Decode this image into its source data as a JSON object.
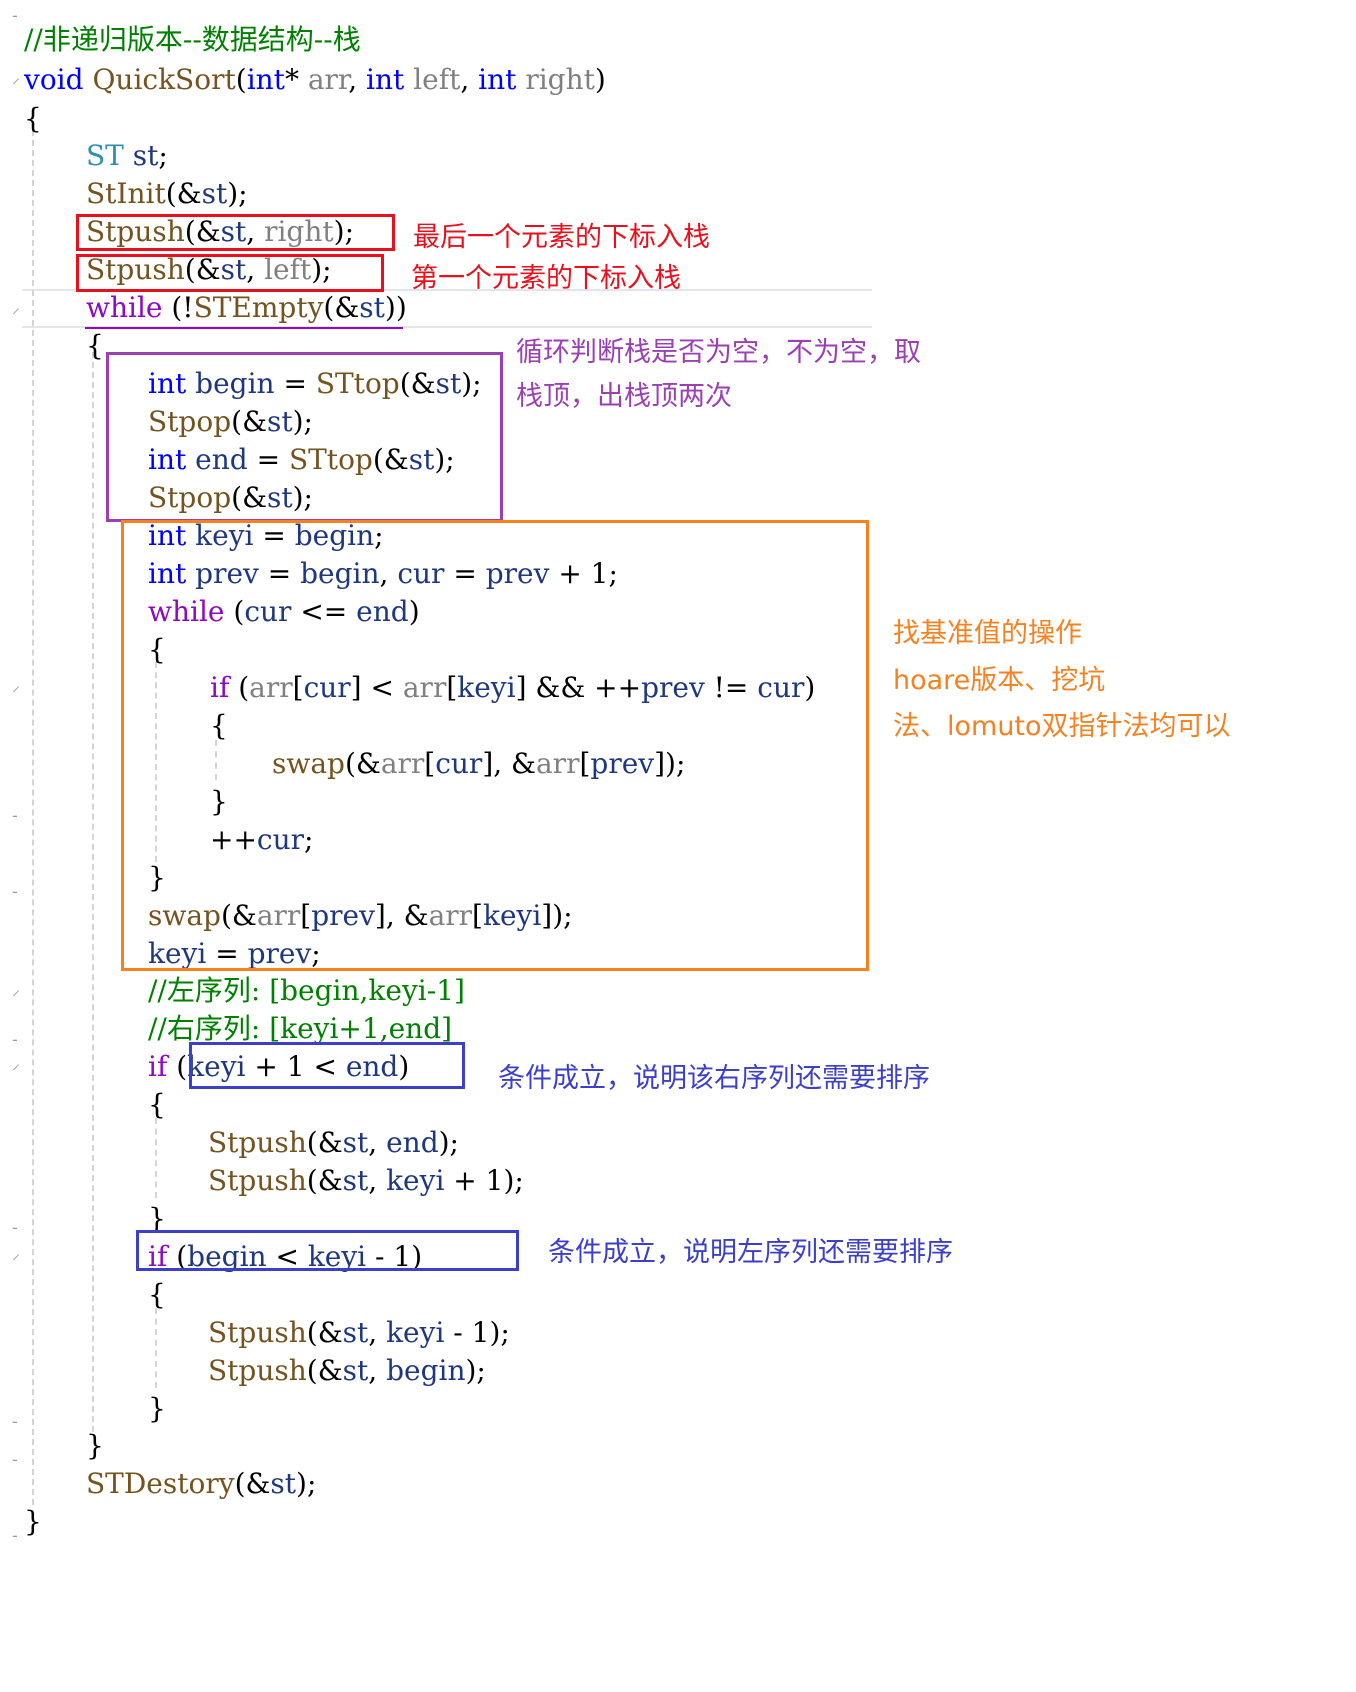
{
  "code": {
    "lines": [
      [
        {
          "t": "//非递归版本--数据结构--栈",
          "c": "cm"
        }
      ],
      [
        {
          "t": "void",
          "c": "kw"
        },
        {
          "t": " ",
          "c": "op"
        },
        {
          "t": "QuickSort",
          "c": "fn"
        },
        {
          "t": "(",
          "c": "op"
        },
        {
          "t": "int",
          "c": "kw"
        },
        {
          "t": "* ",
          "c": "op"
        },
        {
          "t": "arr",
          "c": "param"
        },
        {
          "t": ", ",
          "c": "op"
        },
        {
          "t": "int",
          "c": "kw"
        },
        {
          "t": " ",
          "c": "op"
        },
        {
          "t": "left",
          "c": "param"
        },
        {
          "t": ", ",
          "c": "op"
        },
        {
          "t": "int",
          "c": "kw"
        },
        {
          "t": " ",
          "c": "op"
        },
        {
          "t": "right",
          "c": "param"
        },
        {
          "t": ")",
          "c": "op"
        }
      ],
      [
        {
          "t": "{",
          "c": "op"
        }
      ],
      [
        {
          "t": "ST",
          "c": "ty"
        },
        {
          "t": " ",
          "c": "op"
        },
        {
          "t": "st",
          "c": "var"
        },
        {
          "t": ";",
          "c": "op"
        }
      ],
      [
        {
          "t": "StInit",
          "c": "fn"
        },
        {
          "t": "(&",
          "c": "op"
        },
        {
          "t": "st",
          "c": "var"
        },
        {
          "t": ");",
          "c": "op"
        }
      ],
      [
        {
          "t": "Stpush",
          "c": "fn"
        },
        {
          "t": "(&",
          "c": "op"
        },
        {
          "t": "st",
          "c": "var"
        },
        {
          "t": ", ",
          "c": "op"
        },
        {
          "t": "right",
          "c": "param"
        },
        {
          "t": ");",
          "c": "op"
        }
      ],
      [
        {
          "t": "Stpush",
          "c": "fn"
        },
        {
          "t": "(&",
          "c": "op"
        },
        {
          "t": "st",
          "c": "var"
        },
        {
          "t": ", ",
          "c": "op"
        },
        {
          "t": "left",
          "c": "param"
        },
        {
          "t": ");",
          "c": "op"
        }
      ],
      [
        {
          "t": "while",
          "c": "ctl"
        },
        {
          "t": " (!",
          "c": "op"
        },
        {
          "t": "STEmpty",
          "c": "fn"
        },
        {
          "t": "(&",
          "c": "op"
        },
        {
          "t": "st",
          "c": "var"
        },
        {
          "t": "))",
          "c": "op"
        }
      ],
      [
        {
          "t": "{",
          "c": "op"
        }
      ],
      [
        {
          "t": "int",
          "c": "kw"
        },
        {
          "t": " ",
          "c": "op"
        },
        {
          "t": "begin",
          "c": "var"
        },
        {
          "t": " = ",
          "c": "op"
        },
        {
          "t": "STtop",
          "c": "fn"
        },
        {
          "t": "(&",
          "c": "op"
        },
        {
          "t": "st",
          "c": "var"
        },
        {
          "t": ");",
          "c": "op"
        }
      ],
      [
        {
          "t": "Stpop",
          "c": "fn"
        },
        {
          "t": "(&",
          "c": "op"
        },
        {
          "t": "st",
          "c": "var"
        },
        {
          "t": ");",
          "c": "op"
        }
      ],
      [
        {
          "t": "int",
          "c": "kw"
        },
        {
          "t": " ",
          "c": "op"
        },
        {
          "t": "end",
          "c": "var"
        },
        {
          "t": " = ",
          "c": "op"
        },
        {
          "t": "STtop",
          "c": "fn"
        },
        {
          "t": "(&",
          "c": "op"
        },
        {
          "t": "st",
          "c": "var"
        },
        {
          "t": ");",
          "c": "op"
        }
      ],
      [
        {
          "t": "Stpop",
          "c": "fn"
        },
        {
          "t": "(&",
          "c": "op"
        },
        {
          "t": "st",
          "c": "var"
        },
        {
          "t": ");",
          "c": "op"
        }
      ],
      [
        {
          "t": "int",
          "c": "kw"
        },
        {
          "t": " ",
          "c": "op"
        },
        {
          "t": "keyi",
          "c": "var"
        },
        {
          "t": " = ",
          "c": "op"
        },
        {
          "t": "begin",
          "c": "var"
        },
        {
          "t": ";",
          "c": "op"
        }
      ],
      [
        {
          "t": "int",
          "c": "kw"
        },
        {
          "t": " ",
          "c": "op"
        },
        {
          "t": "prev",
          "c": "var"
        },
        {
          "t": " = ",
          "c": "op"
        },
        {
          "t": "begin",
          "c": "var"
        },
        {
          "t": ", ",
          "c": "op"
        },
        {
          "t": "cur",
          "c": "var"
        },
        {
          "t": " = ",
          "c": "op"
        },
        {
          "t": "prev",
          "c": "var"
        },
        {
          "t": " + 1;",
          "c": "op"
        }
      ],
      [
        {
          "t": "while",
          "c": "ctl"
        },
        {
          "t": " (",
          "c": "op"
        },
        {
          "t": "cur",
          "c": "var"
        },
        {
          "t": " <= ",
          "c": "op"
        },
        {
          "t": "end",
          "c": "var"
        },
        {
          "t": ")",
          "c": "op"
        }
      ],
      [
        {
          "t": "{",
          "c": "op"
        }
      ],
      [
        {
          "t": "if",
          "c": "ctl"
        },
        {
          "t": " (",
          "c": "op"
        },
        {
          "t": "arr",
          "c": "param"
        },
        {
          "t": "[",
          "c": "op"
        },
        {
          "t": "cur",
          "c": "var"
        },
        {
          "t": "] < ",
          "c": "op"
        },
        {
          "t": "arr",
          "c": "param"
        },
        {
          "t": "[",
          "c": "op"
        },
        {
          "t": "keyi",
          "c": "var"
        },
        {
          "t": "] && ++",
          "c": "op"
        },
        {
          "t": "prev",
          "c": "var"
        },
        {
          "t": " != ",
          "c": "op"
        },
        {
          "t": "cur",
          "c": "var"
        },
        {
          "t": ")",
          "c": "op"
        }
      ],
      [
        {
          "t": "{",
          "c": "op"
        }
      ],
      [
        {
          "t": "swap",
          "c": "fn"
        },
        {
          "t": "(&",
          "c": "op"
        },
        {
          "t": "arr",
          "c": "param"
        },
        {
          "t": "[",
          "c": "op"
        },
        {
          "t": "cur",
          "c": "var"
        },
        {
          "t": "], &",
          "c": "op"
        },
        {
          "t": "arr",
          "c": "param"
        },
        {
          "t": "[",
          "c": "op"
        },
        {
          "t": "prev",
          "c": "var"
        },
        {
          "t": "]);",
          "c": "op"
        }
      ],
      [
        {
          "t": "}",
          "c": "op"
        }
      ],
      [
        {
          "t": "++",
          "c": "op"
        },
        {
          "t": "cur",
          "c": "var"
        },
        {
          "t": ";",
          "c": "op"
        }
      ],
      [
        {
          "t": "}",
          "c": "op"
        }
      ],
      [
        {
          "t": "swap",
          "c": "fn"
        },
        {
          "t": "(&",
          "c": "op"
        },
        {
          "t": "arr",
          "c": "param"
        },
        {
          "t": "[",
          "c": "op"
        },
        {
          "t": "prev",
          "c": "var"
        },
        {
          "t": "], &",
          "c": "op"
        },
        {
          "t": "arr",
          "c": "param"
        },
        {
          "t": "[",
          "c": "op"
        },
        {
          "t": "keyi",
          "c": "var"
        },
        {
          "t": "]);",
          "c": "op"
        }
      ],
      [
        {
          "t": "keyi",
          "c": "var"
        },
        {
          "t": " = ",
          "c": "op"
        },
        {
          "t": "prev",
          "c": "var"
        },
        {
          "t": ";",
          "c": "op"
        }
      ],
      [
        {
          "t": "//左序列: [begin,keyi-1]",
          "c": "cm"
        }
      ],
      [
        {
          "t": "//右序列: [keyi+1,end]",
          "c": "cm"
        }
      ],
      [
        {
          "t": "if",
          "c": "ctl"
        },
        {
          "t": " (",
          "c": "op"
        },
        {
          "t": "keyi",
          "c": "var"
        },
        {
          "t": " + 1 < ",
          "c": "op"
        },
        {
          "t": "end",
          "c": "var"
        },
        {
          "t": ")",
          "c": "op"
        }
      ],
      [
        {
          "t": "{",
          "c": "op"
        }
      ],
      [
        {
          "t": "Stpush",
          "c": "fn"
        },
        {
          "t": "(&",
          "c": "op"
        },
        {
          "t": "st",
          "c": "var"
        },
        {
          "t": ", ",
          "c": "op"
        },
        {
          "t": "end",
          "c": "var"
        },
        {
          "t": ");",
          "c": "op"
        }
      ],
      [
        {
          "t": "Stpush",
          "c": "fn"
        },
        {
          "t": "(&",
          "c": "op"
        },
        {
          "t": "st",
          "c": "var"
        },
        {
          "t": ", ",
          "c": "op"
        },
        {
          "t": "keyi",
          "c": "var"
        },
        {
          "t": " + 1);",
          "c": "op"
        }
      ],
      [
        {
          "t": "}",
          "c": "op"
        }
      ],
      [
        {
          "t": "if",
          "c": "ctl"
        },
        {
          "t": " (",
          "c": "op"
        },
        {
          "t": "begin",
          "c": "var"
        },
        {
          "t": " < ",
          "c": "op"
        },
        {
          "t": "keyi",
          "c": "var"
        },
        {
          "t": " - 1)",
          "c": "op"
        }
      ],
      [
        {
          "t": "{",
          "c": "op"
        }
      ],
      [
        {
          "t": "Stpush",
          "c": "fn"
        },
        {
          "t": "(&",
          "c": "op"
        },
        {
          "t": "st",
          "c": "var"
        },
        {
          "t": ", ",
          "c": "op"
        },
        {
          "t": "keyi",
          "c": "var"
        },
        {
          "t": " - 1);",
          "c": "op"
        }
      ],
      [
        {
          "t": "Stpush",
          "c": "fn"
        },
        {
          "t": "(&",
          "c": "op"
        },
        {
          "t": "st",
          "c": "var"
        },
        {
          "t": ", ",
          "c": "op"
        },
        {
          "t": "begin",
          "c": "var"
        },
        {
          "t": ");",
          "c": "op"
        }
      ],
      [
        {
          "t": "}",
          "c": "op"
        }
      ],
      [
        {
          "t": "}",
          "c": "op"
        }
      ],
      [
        {
          "t": "STDestory",
          "c": "fn"
        },
        {
          "t": "(&",
          "c": "op"
        },
        {
          "t": "st",
          "c": "var"
        },
        {
          "t": ");",
          "c": "op"
        }
      ],
      [
        {
          "t": "}",
          "c": "op"
        }
      ]
    ]
  },
  "annotations": {
    "push_last": "最后一个元素的下标入栈",
    "push_first": "第一个元素的下标入栈",
    "loop_line1": "循环判断栈是否为空，不为空，取",
    "loop_line2": "栈顶，出栈顶两次",
    "find_key_line1": "找基准值的操作",
    "find_key_line2": "hoare版本、挖坑",
    "find_key_line3": "法、lomuto双指针法均可以",
    "right_seq": "条件成立，说明该右序列还需要排序",
    "left_seq": "条件成立，说明左序列还需要排序"
  },
  "colors": {
    "keyword": "#0000ff",
    "control": "#8f08c4",
    "function": "#74531f",
    "type": "#2b91af",
    "variable": "#1f377f",
    "parameter": "#808080",
    "comment": "#008000",
    "box_red": "#e8101c",
    "box_purple": "#9b3fb5",
    "box_orange": "#f5811f",
    "box_blue": "#3b3fc9",
    "note_red": "#e8101c",
    "note_purple": "#9b3fb5",
    "note_orange": "#f5811f",
    "note_blue": "#3b3fc9"
  }
}
